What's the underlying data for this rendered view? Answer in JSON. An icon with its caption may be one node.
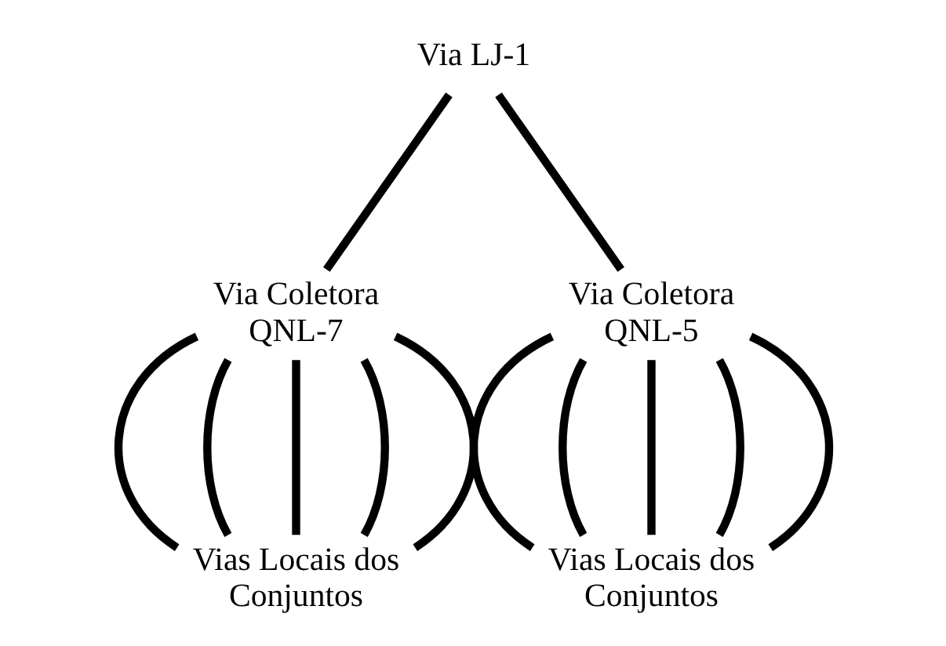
{
  "diagram": {
    "nodes": [
      {
        "text": [
          "Via LJ-1"
        ]
      },
      {
        "text": [
          "Via Coletora QNL-7"
        ]
      },
      {
        "text": [
          "Via Coletora QNL-5"
        ]
      },
      {
        "text": [
          "Vias Locais dos Conjuntos"
        ]
      },
      {
        "text": [
          "Vias Locais dos Conjuntos"
        ]
      }
    ],
    "edges": [
      {
        "from": 0,
        "to": 1,
        "arrow": "none"
      },
      {
        "from": 0,
        "to": 2,
        "arrow": "none"
      },
      {
        "from": 1,
        "to": 3,
        "arrow": "none"
      },
      {
        "from": 1,
        "to": 3,
        "arrow": "none"
      },
      {
        "from": 1,
        "to": 3,
        "arrow": "none"
      },
      {
        "from": 1,
        "to": 3,
        "arrow": "none"
      },
      {
        "from": 1,
        "to": 3,
        "arrow": "none"
      },
      {
        "from": 2,
        "to": 4,
        "arrow": "none"
      },
      {
        "from": 2,
        "to": 4,
        "arrow": "none"
      },
      {
        "from": 2,
        "to": 4,
        "arrow": "none"
      },
      {
        "from": 2,
        "to": 4,
        "arrow": "none"
      },
      {
        "from": 2,
        "to": 4,
        "arrow": "none"
      }
    ]
  }
}
